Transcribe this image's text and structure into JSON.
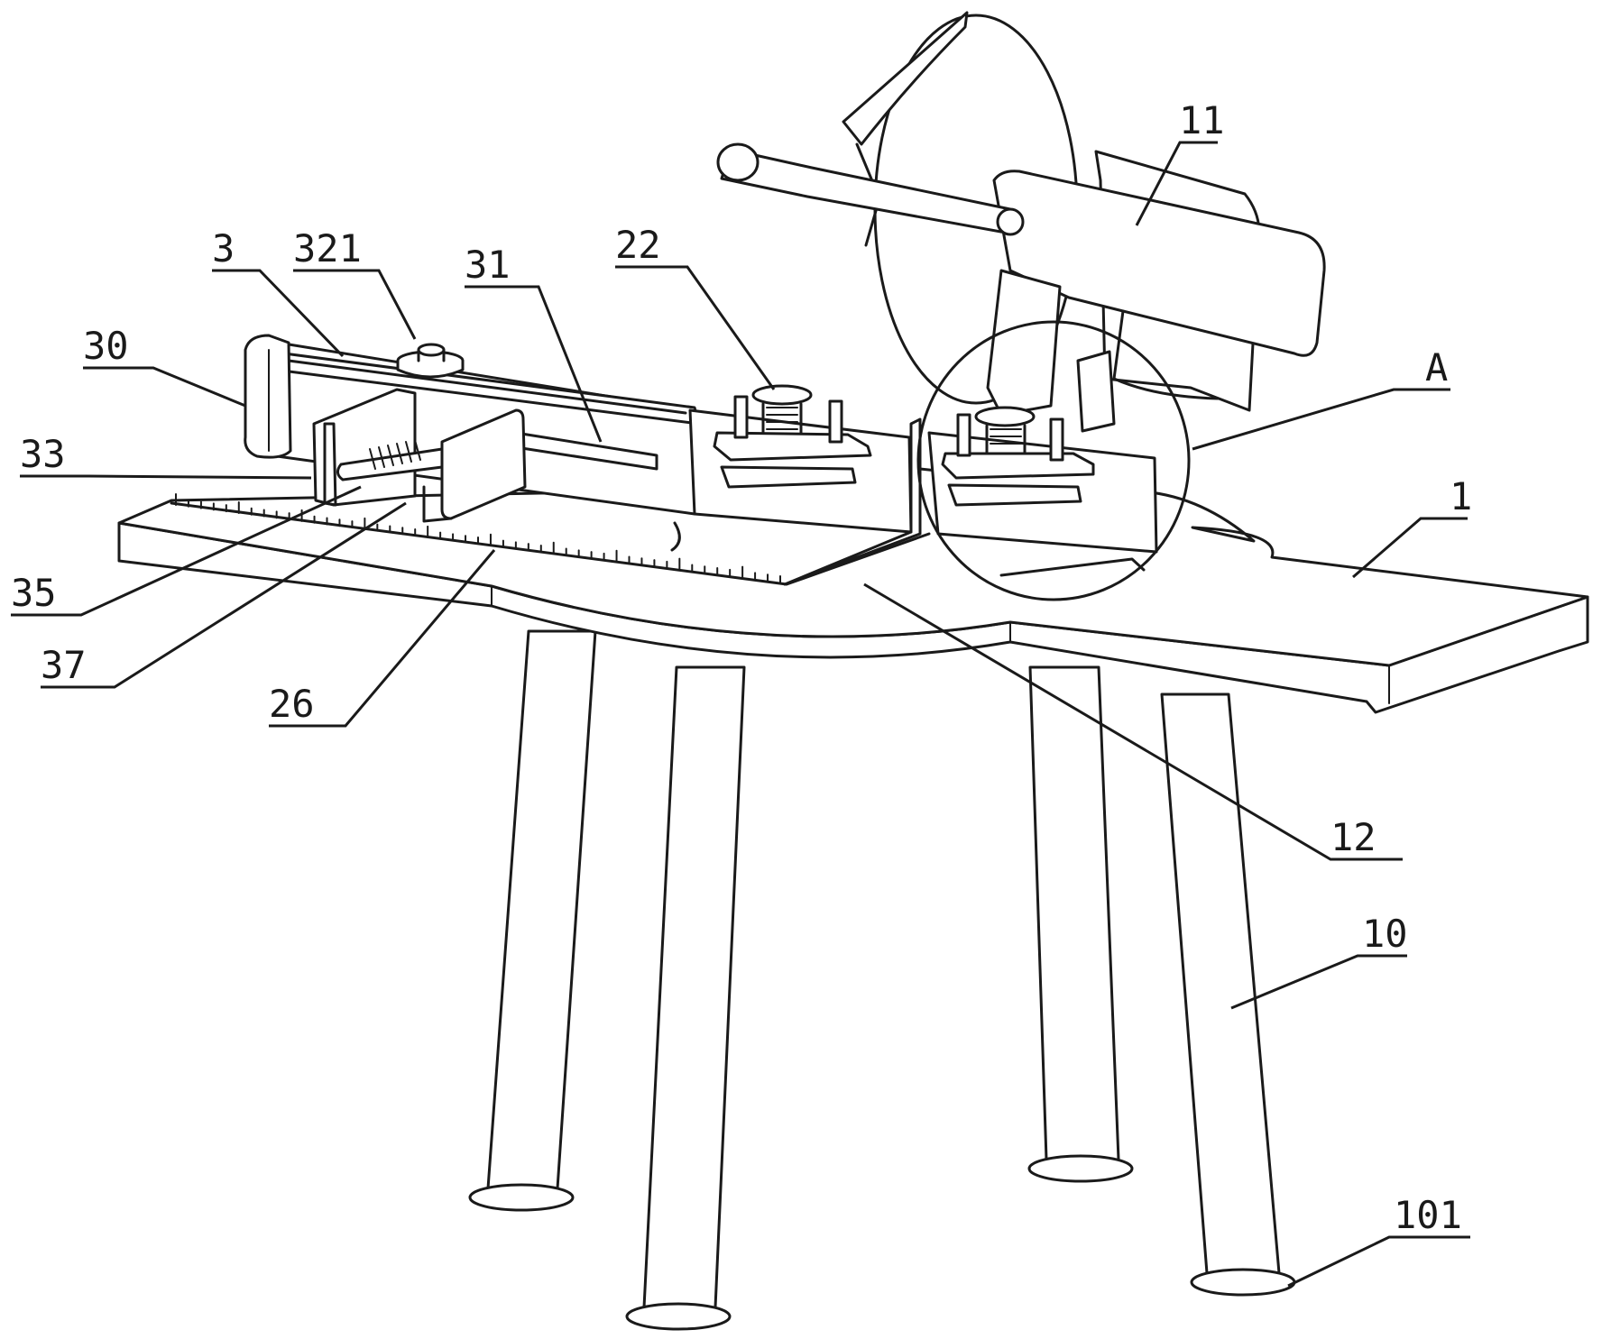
{
  "figure": {
    "labels": {
      "l11": "11",
      "l321": "321",
      "l3": "3",
      "l31": "31",
      "l22": "22",
      "l30": "30",
      "lA": "A",
      "l33": "33",
      "l1": "1",
      "l35": "35",
      "l37": "37",
      "l26": "26",
      "l12": "12",
      "l10": "10",
      "l101": "101"
    }
  }
}
